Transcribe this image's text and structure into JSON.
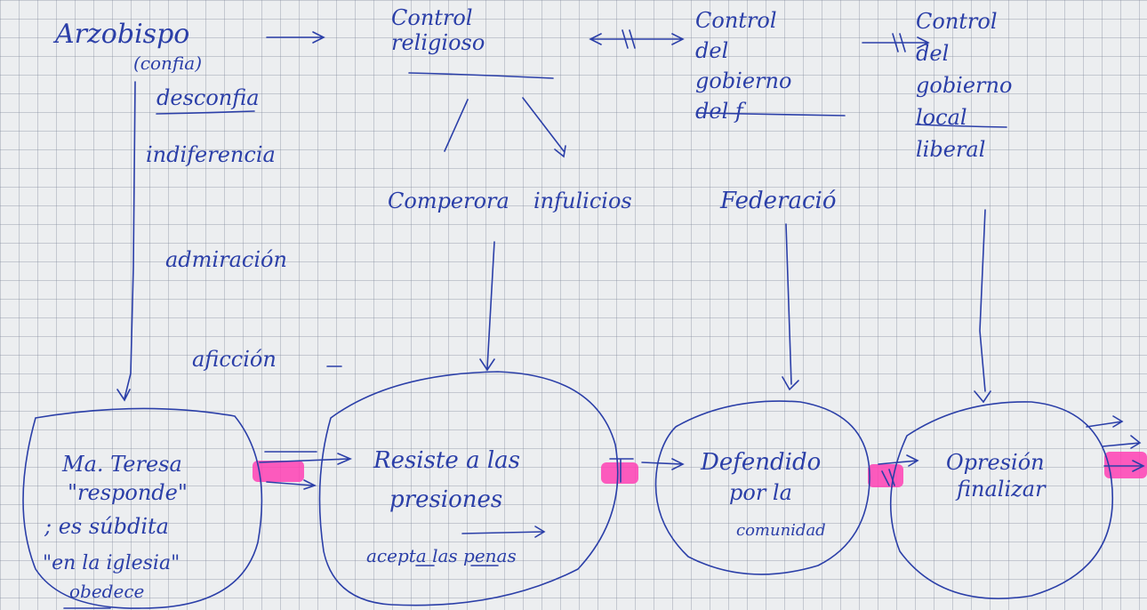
{
  "colors": {
    "ink": "#2b3fa8",
    "highlight": "#ff3fb4",
    "paper": "#eceef0"
  },
  "arzobispo": {
    "title": "Arzobispo",
    "list": [
      "(confia)",
      "desconfia",
      "indiferencia",
      "admiración",
      "aficción"
    ]
  },
  "controls": {
    "religioso": "Control religioso",
    "gobierno": "Control del gobierno del f",
    "local": "Control del gobierno local liberal"
  },
  "middle_labels": {
    "comperora": "Comperora",
    "infulicios": "infulicios",
    "federacion": "Federació"
  },
  "circles": {
    "maria_teresa": [
      "Ma. Teresa",
      "\"responde\"",
      "; es súbdita",
      "\"en la iglesia\"",
      "obedece"
    ],
    "resiste": [
      "Resiste a las",
      "presiones",
      "acepta las penas"
    ],
    "defendido": [
      "Defendido",
      "por la",
      "comunidad"
    ],
    "opresion": [
      "Opresión",
      "finalizar"
    ]
  }
}
